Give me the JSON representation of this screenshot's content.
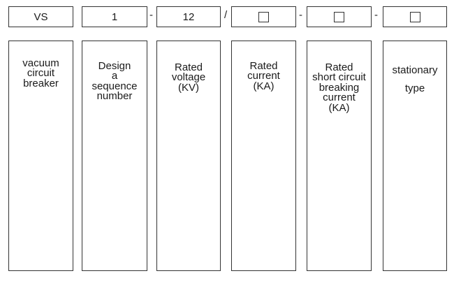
{
  "codes": [
    "VS",
    "1",
    "12",
    "",
    "",
    ""
  ],
  "separators": [
    "-",
    "/",
    "-",
    "-"
  ],
  "descriptions": [
    "vacuum\ncircuit\nbreaker",
    "Design\na\nsequence\nnumber",
    "Rated\nvoltage\n(KV)",
    "Rated\ncurrent\n(KA)",
    "Rated\nshort circuit\nbreaking\ncurrent\n(KA)",
    "stationary\ntype"
  ],
  "placeholder_icon": "empty-square-icon",
  "colors": {
    "border": "#333333",
    "text": "#1a1a1a"
  }
}
